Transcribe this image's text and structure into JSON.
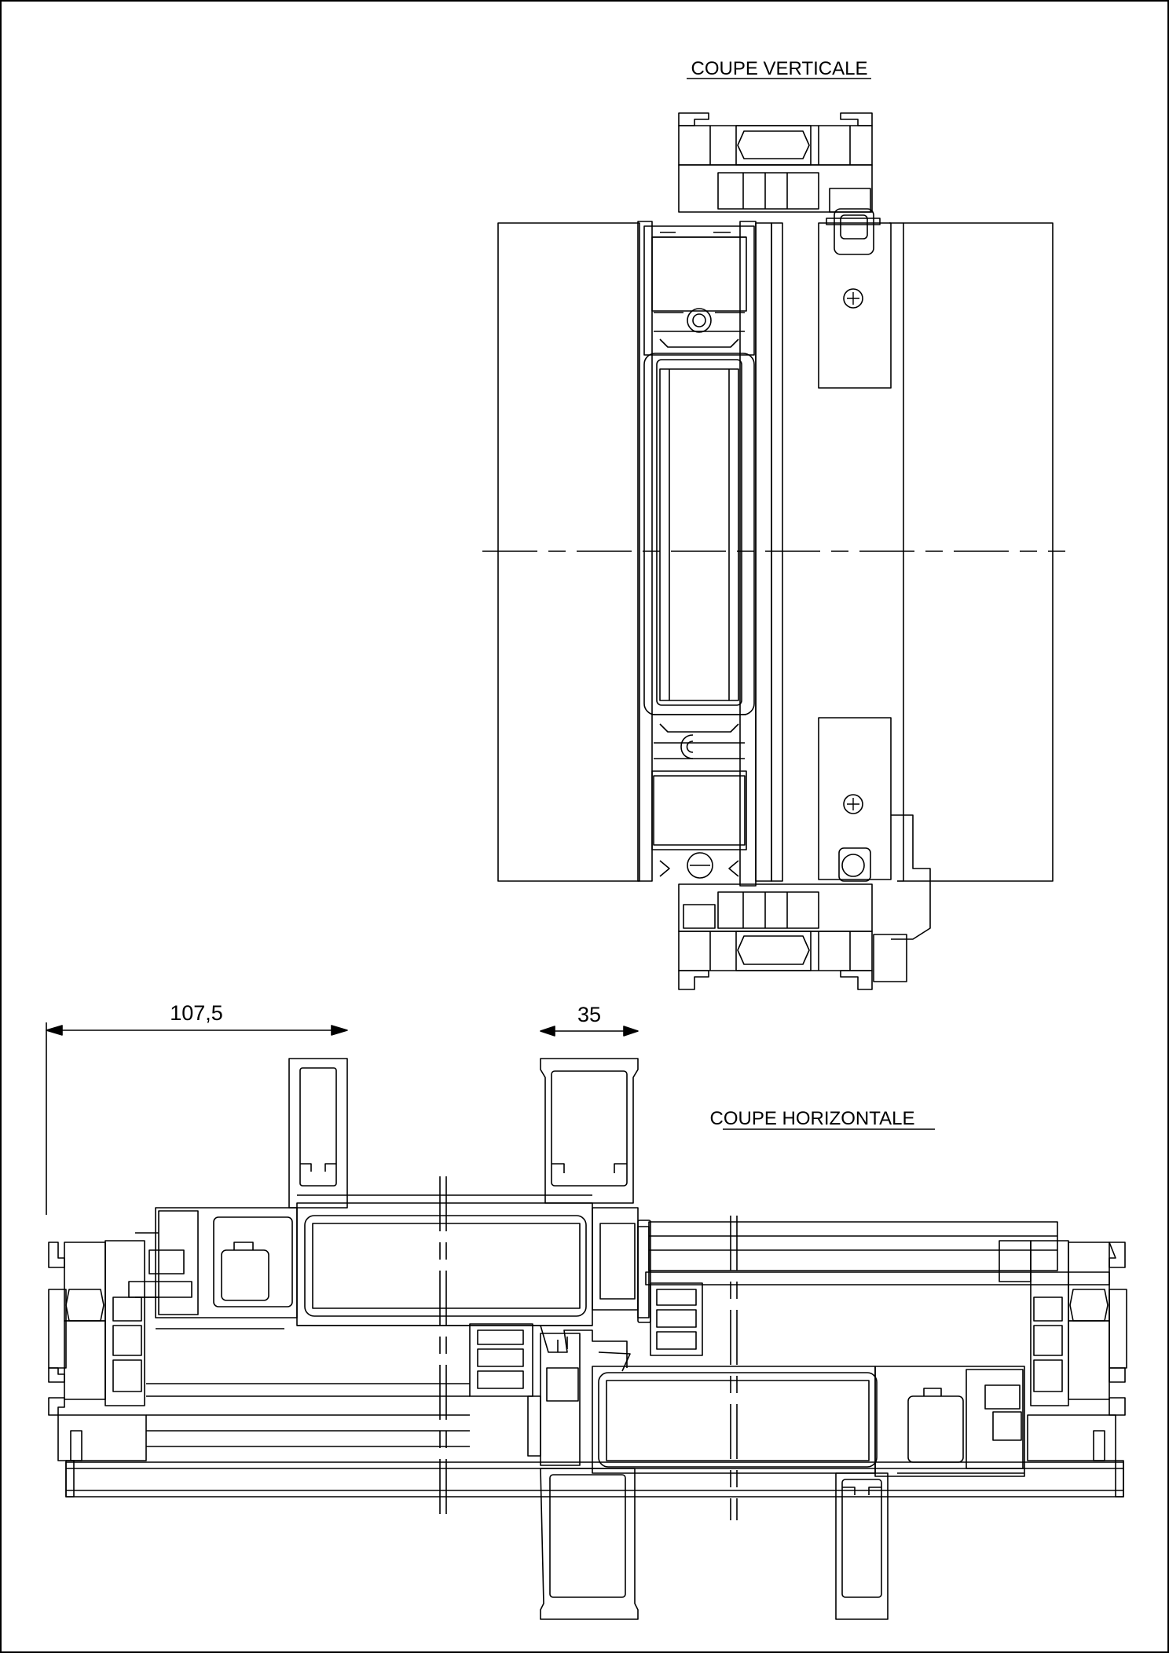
{
  "titles": {
    "vertical": "COUPE VERTICALE",
    "horizontal": "COUPE HORIZONTALE"
  },
  "dimensions": {
    "left": "107,5",
    "right": "35"
  },
  "colors": {
    "ink": "#000000",
    "paper": "#ffffff"
  }
}
